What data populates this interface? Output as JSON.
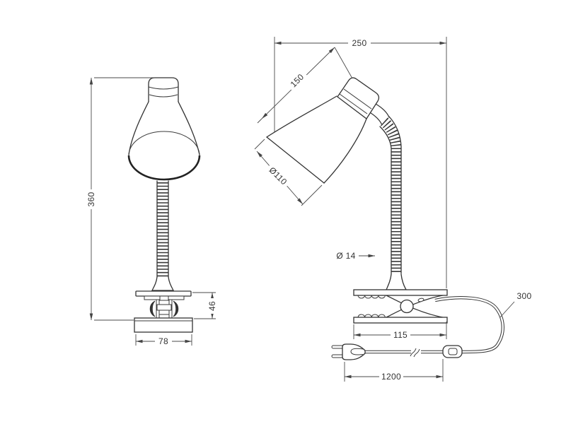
{
  "drawing": {
    "subject": "clip-on desk lamp, two orthographic views with dimensions",
    "units_shown": "mm",
    "front_view": {
      "height": "360",
      "base_width": "78",
      "clamp_height": "46"
    },
    "side_view": {
      "depth": "250",
      "head_length": "150",
      "shade_diameter": "Ø110",
      "neck_diameter": "Ø 14",
      "clamp_depth": "115",
      "cable_loop": "300",
      "cord_length": "1200"
    }
  },
  "labels": {
    "h360": "360",
    "w78": "78",
    "h46": "46",
    "d250": "250",
    "l150": "150",
    "d110": "Ø110",
    "d14": "Ø 14",
    "w115": "115",
    "c300": "300",
    "c1200": "1200"
  },
  "colors": {
    "line": "#333333",
    "dimension": "#4a4a4a",
    "background": "#ffffff"
  }
}
